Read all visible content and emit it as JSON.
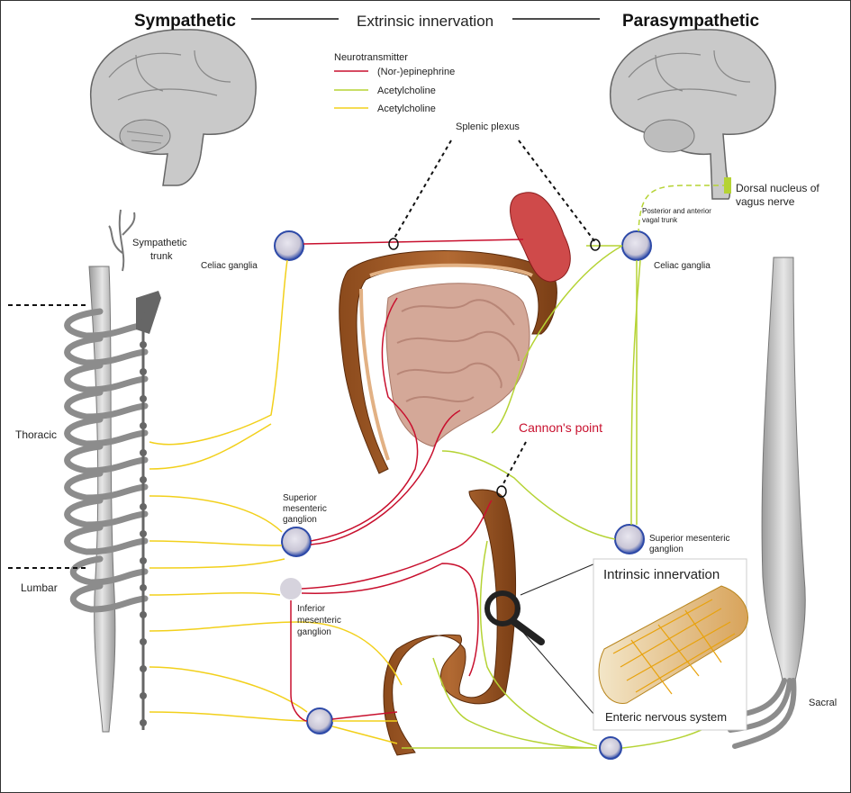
{
  "header": {
    "left_title": "Sympathetic",
    "center_title": "Extrinsic innervation",
    "right_title": "Parasympathetic"
  },
  "legend": {
    "title": "Neurotransmitter",
    "items": [
      {
        "label": "(Nor-)epinephrine",
        "color": "#c8102e"
      },
      {
        "label": "Acetylcholine",
        "color": "#b5d334"
      },
      {
        "label": "Acetylcholine",
        "color": "#f2d01b"
      }
    ]
  },
  "labels": {
    "splenic_plexus": "Splenic plexus",
    "sympathetic_trunk_1": "Sympathetic",
    "sympathetic_trunk_2": "trunk",
    "celiac_left": "Celiac ganglia",
    "celiac_right": "Celiac ganglia",
    "vagal_trunk_1": "Posterior and anterior",
    "vagal_trunk_2": "vagal trunk",
    "dorsal_nucleus_1": "Dorsal nucleus of",
    "dorsal_nucleus_2": "vagus nerve",
    "thoracic": "Thoracic",
    "lumbar": "Lumbar",
    "sacral": "Sacral",
    "cannons_point": "Cannon's point",
    "sup_mes_left_1": "Superior",
    "sup_mes_left_2": "mesenteric",
    "sup_mes_left_3": "ganglion",
    "sup_mes_right_1": "Superior mesenteric",
    "sup_mes_right_2": "ganglion",
    "inf_mes_1": "Inferior",
    "inf_mes_2": "mesenteric",
    "inf_mes_3": "ganglion",
    "intrinsic": "Intrinsic innervation",
    "enteric": "Enteric nervous system"
  }
}
